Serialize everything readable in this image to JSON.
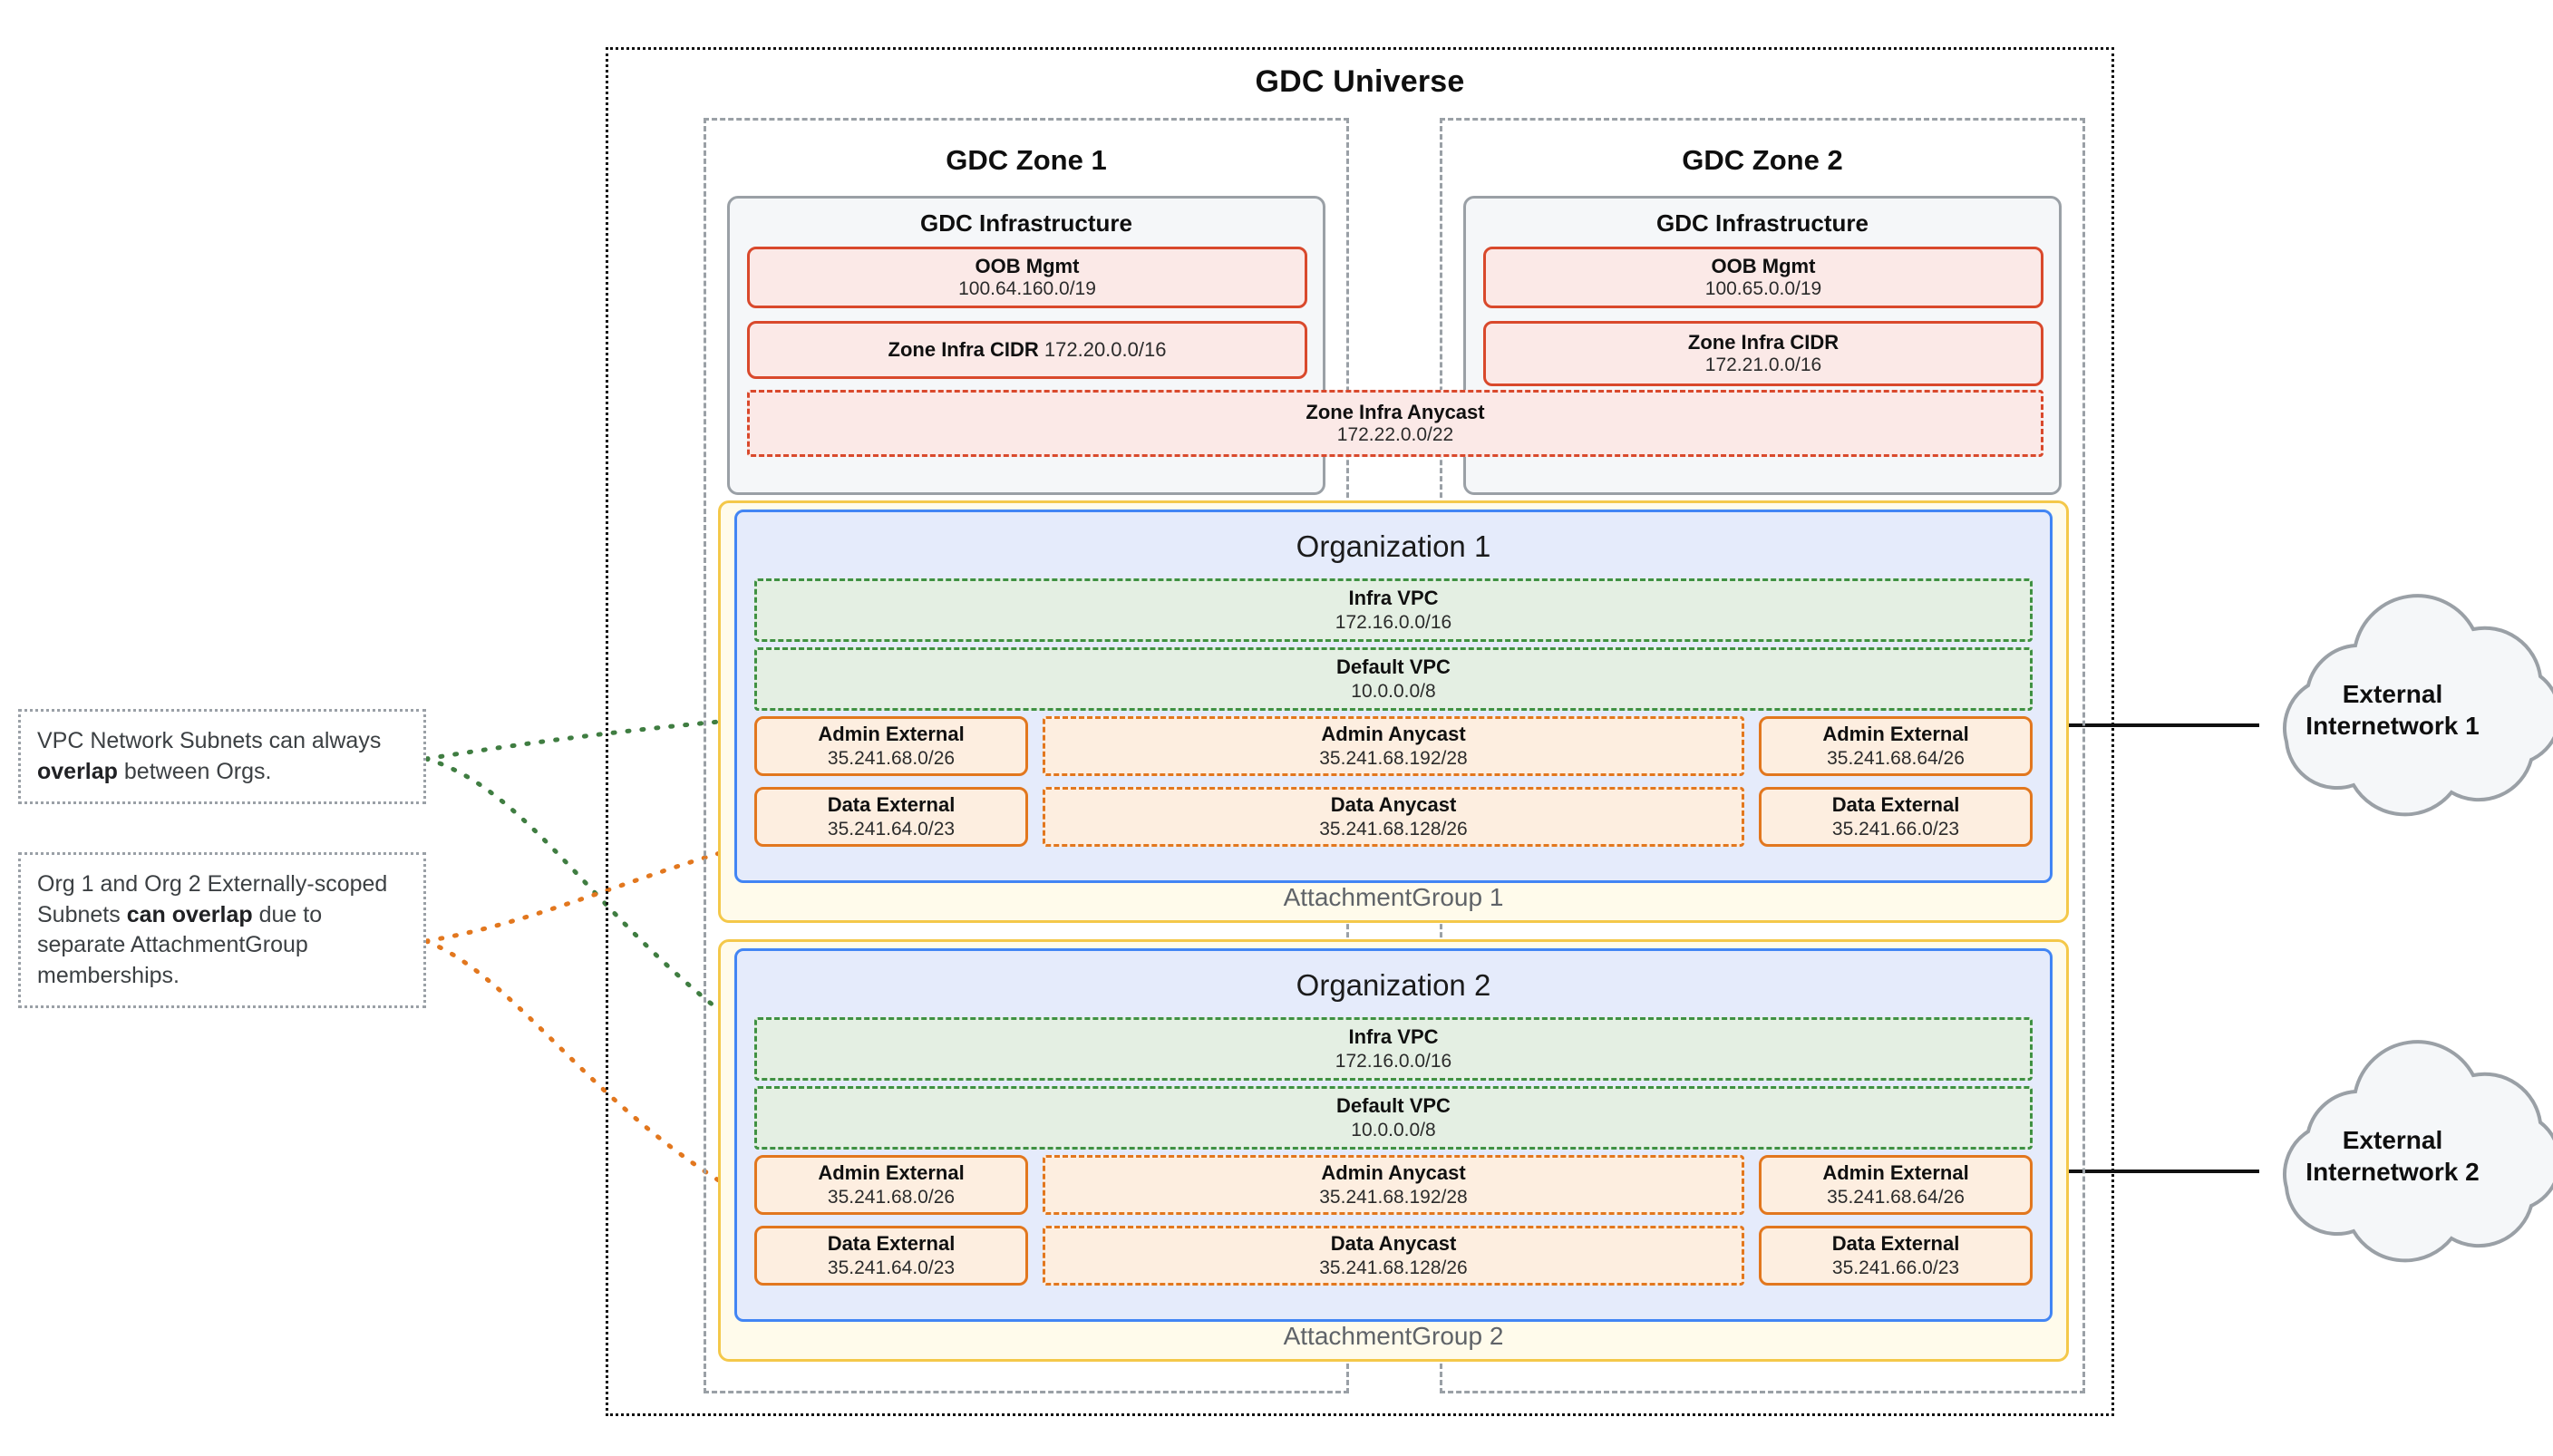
{
  "universe": {
    "title": "GDC Universe"
  },
  "zones": [
    {
      "title": "GDC Zone 1",
      "infra_title": "GDC Infrastructure",
      "oob": {
        "name": "OOB Mgmt",
        "cidr": "100.64.160.0/19"
      },
      "zone_infra_cidr": {
        "name": "Zone Infra CIDR",
        "cidr": "172.20.0.0/16",
        "inline": true
      }
    },
    {
      "title": "GDC Zone 2",
      "infra_title": "GDC Infrastructure",
      "oob": {
        "name": "OOB Mgmt",
        "cidr": "100.65.0.0/19"
      },
      "zone_infra_cidr": {
        "name": "Zone Infra CIDR",
        "cidr": "172.21.0.0/16",
        "inline": false
      }
    }
  ],
  "zone_infra_anycast": {
    "name": "Zone Infra Anycast",
    "cidr": "172.22.0.0/22"
  },
  "attachment_groups": [
    {
      "label": "AttachmentGroup 1"
    },
    {
      "label": "AttachmentGroup 2"
    }
  ],
  "organizations": [
    {
      "title": "Organization 1",
      "vpcs": [
        {
          "name": "Infra VPC",
          "cidr": "172.16.0.0/16"
        },
        {
          "name": "Default VPC",
          "cidr": "10.0.0.0/8"
        }
      ],
      "subnets": {
        "admin_external_left": {
          "name": "Admin External",
          "cidr": "35.241.68.0/26"
        },
        "admin_anycast": {
          "name": "Admin Anycast",
          "cidr": "35.241.68.192/28"
        },
        "admin_external_right": {
          "name": "Admin External",
          "cidr": "35.241.68.64/26"
        },
        "data_external_left": {
          "name": "Data External",
          "cidr": "35.241.64.0/23"
        },
        "data_anycast": {
          "name": "Data Anycast",
          "cidr": "35.241.68.128/26"
        },
        "data_external_right": {
          "name": "Data External",
          "cidr": "35.241.66.0/23"
        }
      }
    },
    {
      "title": "Organization 2",
      "vpcs": [
        {
          "name": "Infra VPC",
          "cidr": "172.16.0.0/16"
        },
        {
          "name": "Default VPC",
          "cidr": "10.0.0.0/8"
        }
      ],
      "subnets": {
        "admin_external_left": {
          "name": "Admin External",
          "cidr": "35.241.68.0/26"
        },
        "admin_anycast": {
          "name": "Admin Anycast",
          "cidr": "35.241.68.192/28"
        },
        "admin_external_right": {
          "name": "Admin External",
          "cidr": "35.241.68.64/26"
        },
        "data_external_left": {
          "name": "Data External",
          "cidr": "35.241.64.0/23"
        },
        "data_anycast": {
          "name": "Data Anycast",
          "cidr": "35.241.68.128/26"
        },
        "data_external_right": {
          "name": "Data External",
          "cidr": "35.241.66.0/23"
        }
      }
    }
  ],
  "clouds": [
    {
      "line1": "External",
      "line2": "Internetwork 1"
    },
    {
      "line1": "External",
      "line2": "Internetwork 2"
    }
  ],
  "notes": [
    {
      "pre": "VPC Network Subnets can always ",
      "bold": "overlap",
      "post": " between Orgs."
    },
    {
      "pre": "Org 1 and Org 2 Externally-scoped Subnets ",
      "bold": "can overlap",
      "post": " due to separate AttachmentGroup memberships."
    }
  ],
  "colors": {
    "universe_border": "#111111",
    "zone_border": "#9aa0a6",
    "infra_fill": "#f5f7f9",
    "cidr_red_border": "#d9492c",
    "cidr_red_fill": "#fbe9e7",
    "attachment_group_border": "#f4c84a",
    "attachment_group_fill": "#fffbeb",
    "org_border": "#4285f4",
    "org_fill": "#e5ebfb",
    "vpc_border": "#3f9142",
    "vpc_fill": "#e4efe3",
    "subnet_border": "#e2771e",
    "subnet_fill": "#fdeee0",
    "cloud_border": "#9aa0a6",
    "cloud_fill": "#f5f7f9",
    "note_border": "#9aa0a6"
  }
}
